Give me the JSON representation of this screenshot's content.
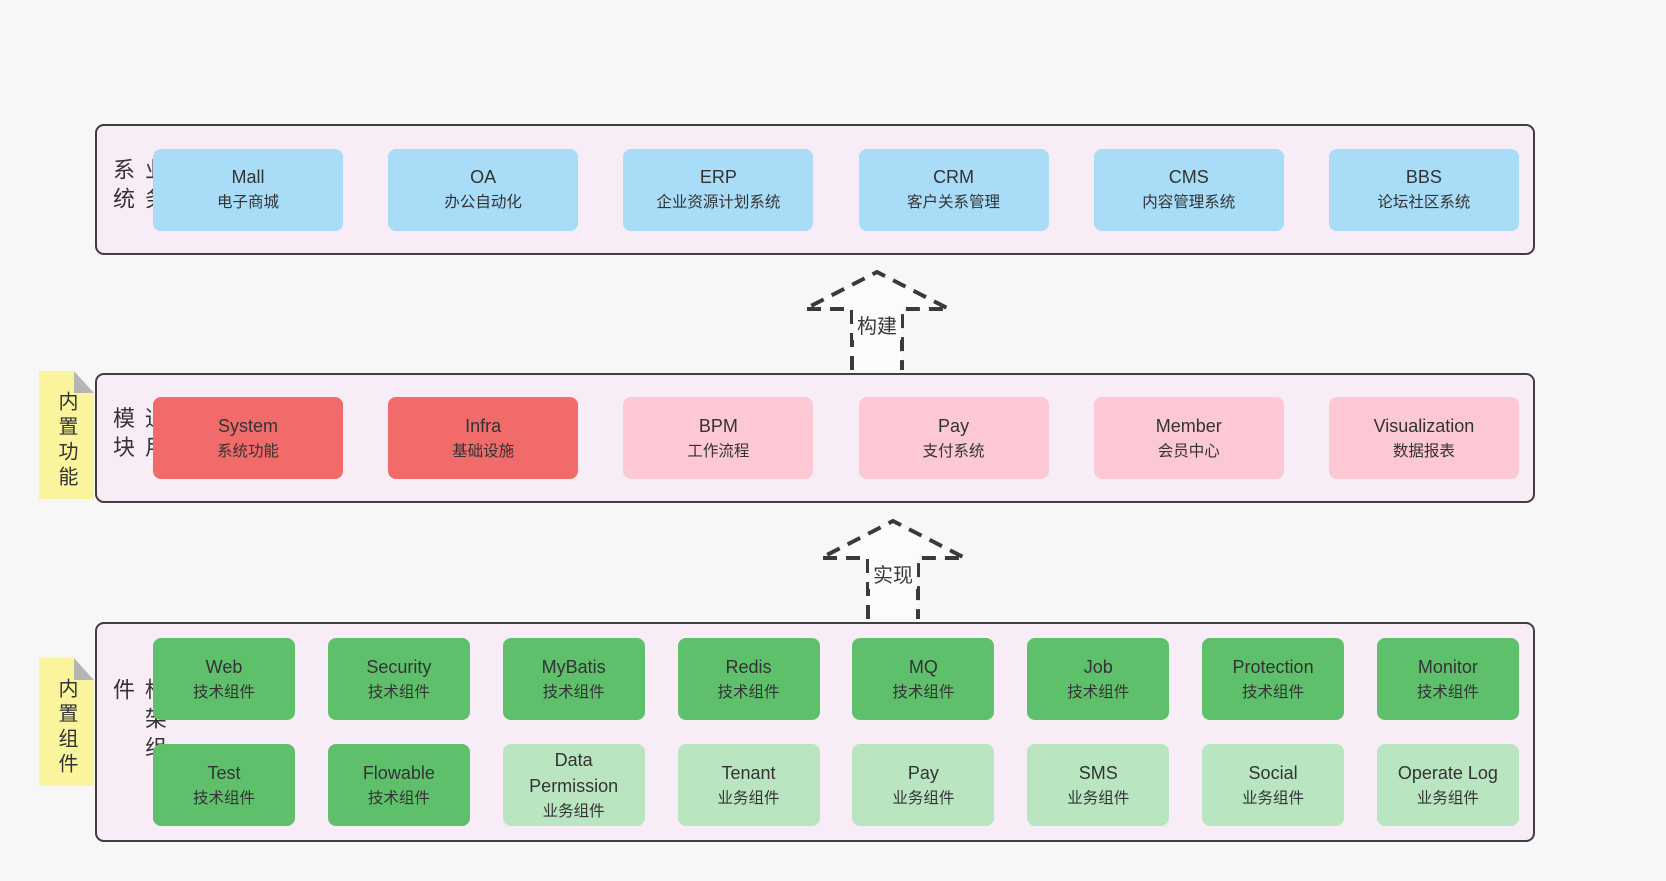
{
  "palette": {
    "page_bg": "#f7f7f7",
    "panel_bg": "#f8edf6",
    "panel_border": "#3f3f3f",
    "blue": "#a8dcf7",
    "red": "#f16b6b",
    "pink": "#fbc8d3",
    "green": "#5fc06c",
    "green_light": "#bae5c1",
    "tab_yellow": "#faf59d",
    "fold_gray": "#b5b5b5",
    "text": "#333333",
    "arrow_stroke": "#3a3a3a",
    "arrow_fill": "#fbfbfb"
  },
  "arrows": [
    {
      "label": "构建"
    },
    {
      "label": "实现"
    }
  ],
  "sections": [
    {
      "label": "业务系统",
      "tab": null,
      "rows": [
        {
          "boxes": [
            {
              "name": "Mall",
              "desc": "电子商城",
              "color": "blue"
            },
            {
              "name": "OA",
              "desc": "办公自动化",
              "color": "blue"
            },
            {
              "name": "ERP",
              "desc": "企业资源计划系统",
              "color": "blue"
            },
            {
              "name": "CRM",
              "desc": "客户关系管理",
              "color": "blue"
            },
            {
              "name": "CMS",
              "desc": "内容管理系统",
              "color": "blue"
            },
            {
              "name": "BBS",
              "desc": "论坛社区系统",
              "color": "blue"
            }
          ]
        }
      ]
    },
    {
      "label": "通用模块",
      "tab": "内置功能",
      "rows": [
        {
          "boxes": [
            {
              "name": "System",
              "desc": "系统功能",
              "color": "red"
            },
            {
              "name": "Infra",
              "desc": "基础设施",
              "color": "red"
            },
            {
              "name": "BPM",
              "desc": "工作流程",
              "color": "pink"
            },
            {
              "name": "Pay",
              "desc": "支付系统",
              "color": "pink"
            },
            {
              "name": "Member",
              "desc": "会员中心",
              "color": "pink"
            },
            {
              "name": "Visualization",
              "desc": "数据报表",
              "color": "pink"
            }
          ]
        }
      ]
    },
    {
      "label": "框架组件",
      "tab": "内置组件",
      "rows": [
        {
          "boxes": [
            {
              "name": "Web",
              "desc": "技术组件",
              "color": "green"
            },
            {
              "name": "Security",
              "desc": "技术组件",
              "color": "green"
            },
            {
              "name": "MyBatis",
              "desc": "技术组件",
              "color": "green"
            },
            {
              "name": "Redis",
              "desc": "技术组件",
              "color": "green"
            },
            {
              "name": "MQ",
              "desc": "技术组件",
              "color": "green"
            },
            {
              "name": "Job",
              "desc": "技术组件",
              "color": "green"
            },
            {
              "name": "Protection",
              "desc": "技术组件",
              "color": "green"
            },
            {
              "name": "Monitor",
              "desc": "技术组件",
              "color": "green"
            }
          ]
        },
        {
          "boxes": [
            {
              "name": "Test",
              "desc": "技术组件",
              "color": "green"
            },
            {
              "name": "Flowable",
              "desc": "技术组件",
              "color": "green"
            },
            {
              "name": "Data Permission",
              "desc": "业务组件",
              "color": "green_light"
            },
            {
              "name": "Tenant",
              "desc": "业务组件",
              "color": "green_light"
            },
            {
              "name": "Pay",
              "desc": "业务组件",
              "color": "green_light"
            },
            {
              "name": "SMS",
              "desc": "业务组件",
              "color": "green_light"
            },
            {
              "name": "Social",
              "desc": "业务组件",
              "color": "green_light"
            },
            {
              "name": "Operate Log",
              "desc": "业务组件",
              "color": "green_light"
            }
          ]
        }
      ]
    }
  ]
}
